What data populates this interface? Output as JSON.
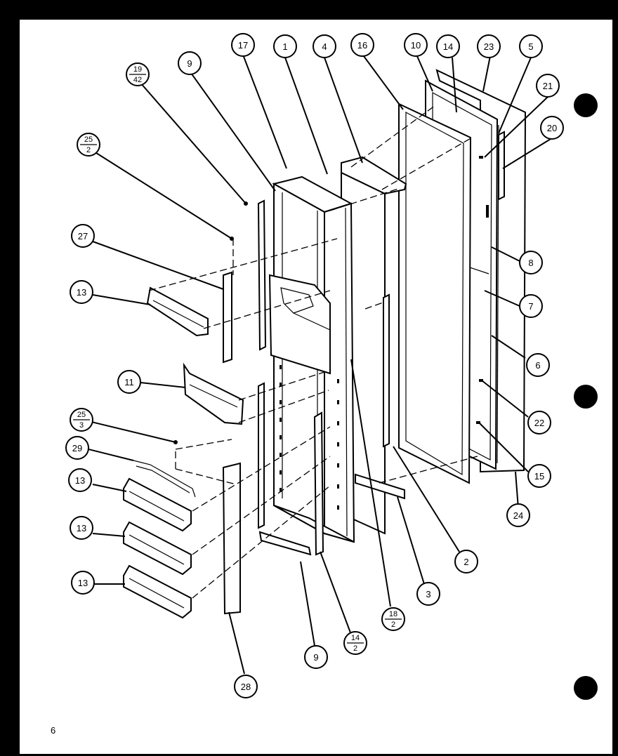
{
  "page": {
    "number": "6"
  },
  "callouts": [
    {
      "id": "c17",
      "label": "17"
    },
    {
      "id": "c1",
      "label": "1"
    },
    {
      "id": "c4",
      "label": "4"
    },
    {
      "id": "c16",
      "label": "16"
    },
    {
      "id": "c10",
      "label": "10"
    },
    {
      "id": "c14",
      "label": "14"
    },
    {
      "id": "c23",
      "label": "23"
    },
    {
      "id": "c5",
      "label": "5"
    },
    {
      "id": "c21",
      "label": "21"
    },
    {
      "id": "c20",
      "label": "20"
    },
    {
      "id": "c8",
      "label": "8"
    },
    {
      "id": "c7",
      "label": "7"
    },
    {
      "id": "c6",
      "label": "6"
    },
    {
      "id": "c22",
      "label": "22"
    },
    {
      "id": "c15",
      "label": "15"
    },
    {
      "id": "c24",
      "label": "24"
    },
    {
      "id": "c2",
      "label": "2"
    },
    {
      "id": "c3",
      "label": "3"
    },
    {
      "id": "c9a",
      "label": "9"
    },
    {
      "id": "c9b",
      "label": "9"
    },
    {
      "id": "c27",
      "label": "27"
    },
    {
      "id": "c13a",
      "label": "13"
    },
    {
      "id": "c11",
      "label": "11"
    },
    {
      "id": "c29",
      "label": "29"
    },
    {
      "id": "c13b",
      "label": "13"
    },
    {
      "id": "c13c",
      "label": "13"
    },
    {
      "id": "c13d",
      "label": "13"
    },
    {
      "id": "c28",
      "label": "28"
    }
  ],
  "fraction_callouts": [
    {
      "id": "f19",
      "top": "19",
      "bottom": "42"
    },
    {
      "id": "f25a",
      "top": "25",
      "bottom": "2"
    },
    {
      "id": "f25b",
      "top": "25",
      "bottom": "3"
    },
    {
      "id": "f18",
      "top": "18",
      "bottom": "2"
    },
    {
      "id": "f14",
      "top": "14",
      "bottom": "2"
    }
  ]
}
